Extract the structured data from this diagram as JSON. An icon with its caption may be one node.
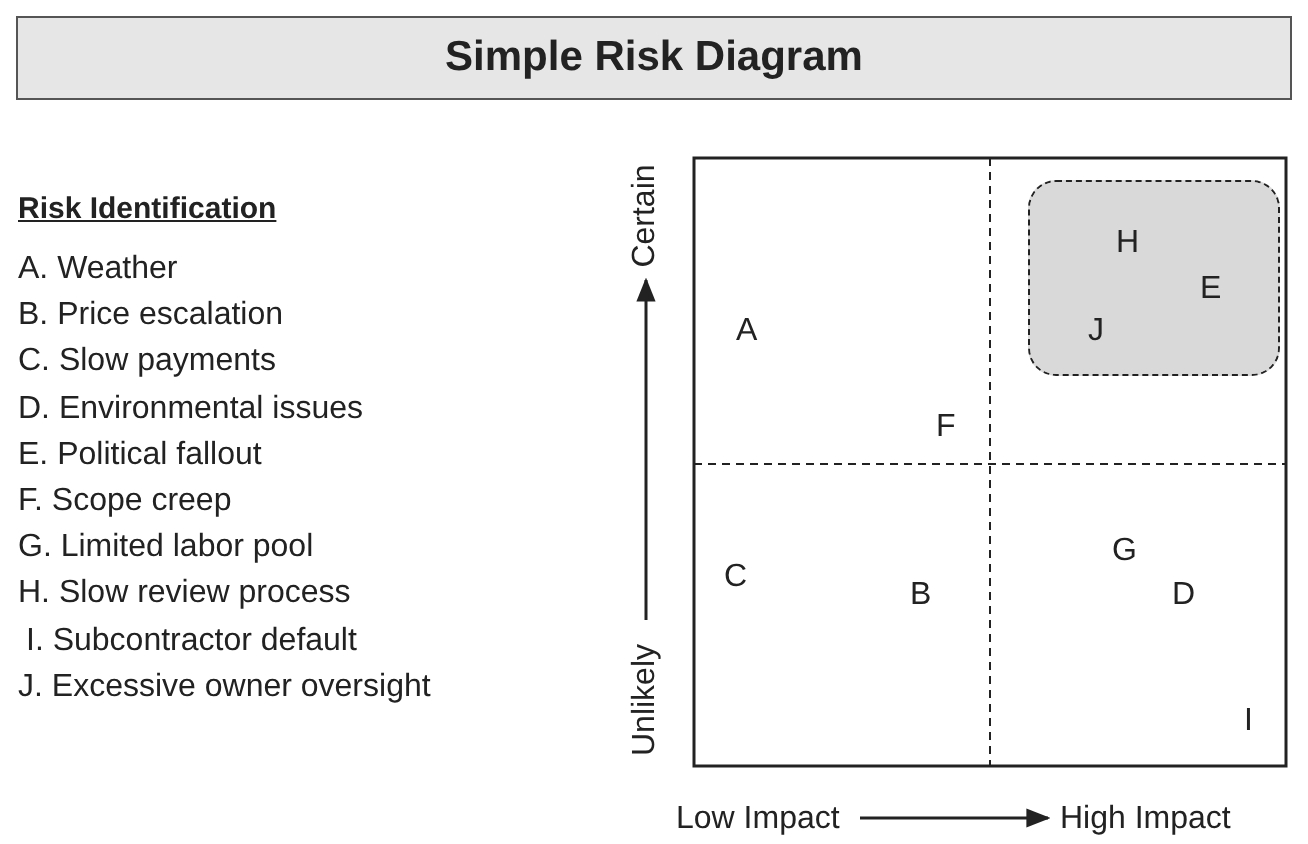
{
  "diagram": {
    "title": "Simple Risk Diagram",
    "nodes": [
      {
        "text": [
          "H",
          "E",
          "J"
        ]
      }
    ],
    "edges": [],
    "labels": [
      "Risk Identification",
      "A. Weather",
      "B. Price escalation",
      "C. Slow payments",
      "D. Environmental issues",
      "E. Political fallout",
      "F. Scope creep",
      "G. Limited labor pool",
      "H. Slow review process",
      "I. Subcontractor default",
      "J. Excessive owner oversight",
      "Certain",
      "A",
      "F",
      "C",
      "B",
      "G",
      "D",
      "I",
      "Unlikely",
      "Low Impact",
      "High Impact"
    ]
  }
}
